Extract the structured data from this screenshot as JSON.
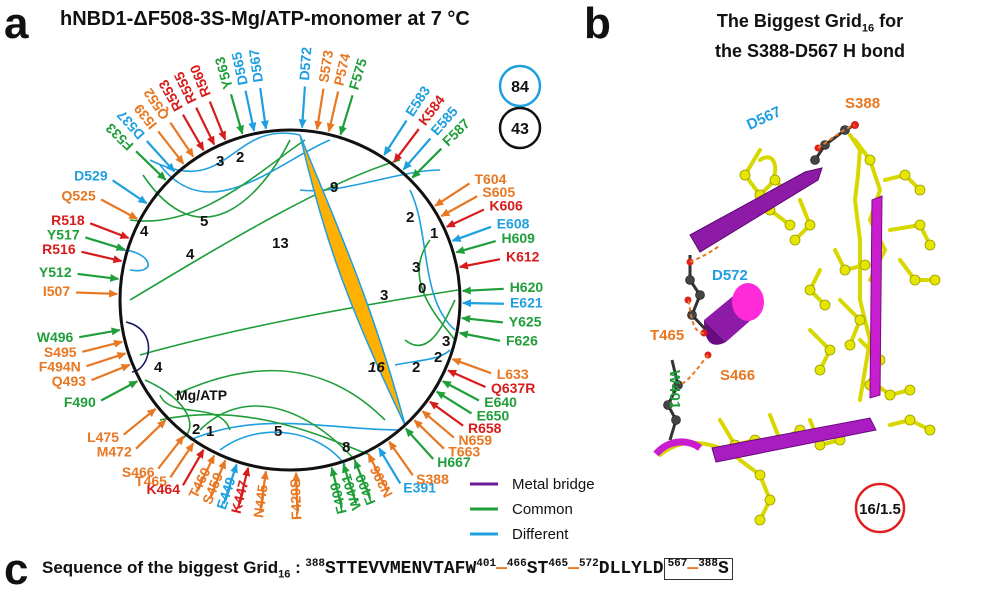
{
  "panel_a": {
    "letter": "a",
    "title": "hNBD1-ΔF508-3S-Mg/ATP-monomer at 7 °C",
    "legend": [
      {
        "label": "Metal bridge",
        "color": "#6a1b9a"
      },
      {
        "label": "Common",
        "color": "#1f9e3a"
      },
      {
        "label": "Different",
        "color": "#1e9fe0"
      }
    ],
    "counts": [
      {
        "value": "84",
        "color": "#1e9fe0"
      },
      {
        "value": "43",
        "color": "#111111"
      }
    ],
    "grid_sizes": [
      "3",
      "2",
      "9",
      "5",
      "4",
      "4",
      "13",
      "2",
      "1",
      "3",
      "0",
      "3",
      "3",
      "2",
      "16",
      "2",
      "4",
      "2",
      "1",
      "5",
      "8"
    ],
    "mg_atp_label": "Mg/ATP",
    "residues": [
      {
        "label": "F533",
        "color": "#1f9e3a"
      },
      {
        "label": "D537",
        "color": "#1e9fe0"
      },
      {
        "label": "I539",
        "color": "#e87722"
      },
      {
        "label": "Q552",
        "color": "#e87722"
      },
      {
        "label": "R553",
        "color": "#d81b1b"
      },
      {
        "label": "R555",
        "color": "#d81b1b"
      },
      {
        "label": "R560",
        "color": "#d81b1b"
      },
      {
        "label": "Y563",
        "color": "#1f9e3a"
      },
      {
        "label": "D565",
        "color": "#1e9fe0"
      },
      {
        "label": "D567",
        "color": "#1e9fe0"
      },
      {
        "label": "D572",
        "color": "#1e9fe0"
      },
      {
        "label": "S573",
        "color": "#e87722"
      },
      {
        "label": "P574",
        "color": "#e87722"
      },
      {
        "label": "F575",
        "color": "#1f9e3a"
      },
      {
        "label": "E583",
        "color": "#1e9fe0"
      },
      {
        "label": "K584",
        "color": "#d81b1b"
      },
      {
        "label": "E585",
        "color": "#1e9fe0"
      },
      {
        "label": "F587",
        "color": "#1f9e3a"
      },
      {
        "label": "D529",
        "color": "#1e9fe0"
      },
      {
        "label": "Q525",
        "color": "#e87722"
      },
      {
        "label": "R518",
        "color": "#d81b1b"
      },
      {
        "label": "Y517",
        "color": "#1f9e3a"
      },
      {
        "label": "R516",
        "color": "#d81b1b"
      },
      {
        "label": "Y512",
        "color": "#1f9e3a"
      },
      {
        "label": "I507",
        "color": "#e87722"
      },
      {
        "label": "W496",
        "color": "#1f9e3a"
      },
      {
        "label": "S495",
        "color": "#e87722"
      },
      {
        "label": "F494N",
        "color": "#e87722"
      },
      {
        "label": "Q493",
        "color": "#e87722"
      },
      {
        "label": "F490",
        "color": "#1f9e3a"
      },
      {
        "label": "L475",
        "color": "#e87722"
      },
      {
        "label": "M472",
        "color": "#e87722"
      },
      {
        "label": "S466",
        "color": "#e87722"
      },
      {
        "label": "T465",
        "color": "#e87722"
      },
      {
        "label": "K464",
        "color": "#d81b1b"
      },
      {
        "label": "T460",
        "color": "#e87722"
      },
      {
        "label": "S459",
        "color": "#e87722"
      },
      {
        "label": "E449",
        "color": "#1e9fe0"
      },
      {
        "label": "K447",
        "color": "#d81b1b"
      },
      {
        "label": "N445",
        "color": "#e87722"
      },
      {
        "label": "F429S",
        "color": "#e87722"
      },
      {
        "label": "F409",
        "color": "#1f9e3a"
      },
      {
        "label": "W401",
        "color": "#1f9e3a"
      },
      {
        "label": "F400",
        "color": "#1f9e3a"
      },
      {
        "label": "N396",
        "color": "#e87722"
      },
      {
        "label": "E391",
        "color": "#1e9fe0"
      },
      {
        "label": "S388",
        "color": "#e87722"
      },
      {
        "label": "T604",
        "color": "#e87722"
      },
      {
        "label": "S605",
        "color": "#e87722"
      },
      {
        "label": "K606",
        "color": "#d81b1b"
      },
      {
        "label": "E608",
        "color": "#1e9fe0"
      },
      {
        "label": "H609",
        "color": "#1f9e3a"
      },
      {
        "label": "K612",
        "color": "#d81b1b"
      },
      {
        "label": "H620",
        "color": "#1f9e3a"
      },
      {
        "label": "E621",
        "color": "#1e9fe0"
      },
      {
        "label": "Y625",
        "color": "#1f9e3a"
      },
      {
        "label": "F626",
        "color": "#1f9e3a"
      },
      {
        "label": "L633",
        "color": "#e87722"
      },
      {
        "label": "Q637R",
        "color": "#d81b1b"
      },
      {
        "label": "E640",
        "color": "#1f9e3a"
      },
      {
        "label": "E650",
        "color": "#1f9e3a"
      },
      {
        "label": "R658",
        "color": "#d81b1b"
      },
      {
        "label": "N659",
        "color": "#e87722"
      },
      {
        "label": "T663",
        "color": "#e87722"
      },
      {
        "label": "H667",
        "color": "#1f9e3a"
      }
    ],
    "circle_label_16": "16"
  },
  "panel_b": {
    "letter": "b",
    "title_line1": "The Biggest Grid",
    "title_sub": "16",
    "title_line1_suffix": " for",
    "title_line2": "the S388-D567 H bond",
    "labels": [
      {
        "text": "S388",
        "color": "#e87722"
      },
      {
        "text": "D567",
        "color": "#1e9fe0"
      },
      {
        "text": "D572",
        "color": "#1e9fe0"
      },
      {
        "text": "T465",
        "color": "#e87722"
      },
      {
        "text": "S466",
        "color": "#e87722"
      },
      {
        "text": "W401",
        "color": "#1f9e3a"
      }
    ],
    "ratio": "16/1.5"
  },
  "panel_c": {
    "letter": "c",
    "label_prefix": "Sequence of the biggest Grid",
    "label_sub": "16",
    "label_suffix": " :",
    "segments": [
      {
        "sup": "388",
        "text": "STTEVVMENVTAFW",
        "sup_after": "401"
      },
      {
        "sup": "466",
        "text": "ST",
        "sup_after": "465"
      },
      {
        "sup": "572",
        "text": "DLLYLD",
        "sup_after": "567"
      },
      {
        "sup": "388",
        "text": "S",
        "sup_after": ""
      }
    ]
  }
}
